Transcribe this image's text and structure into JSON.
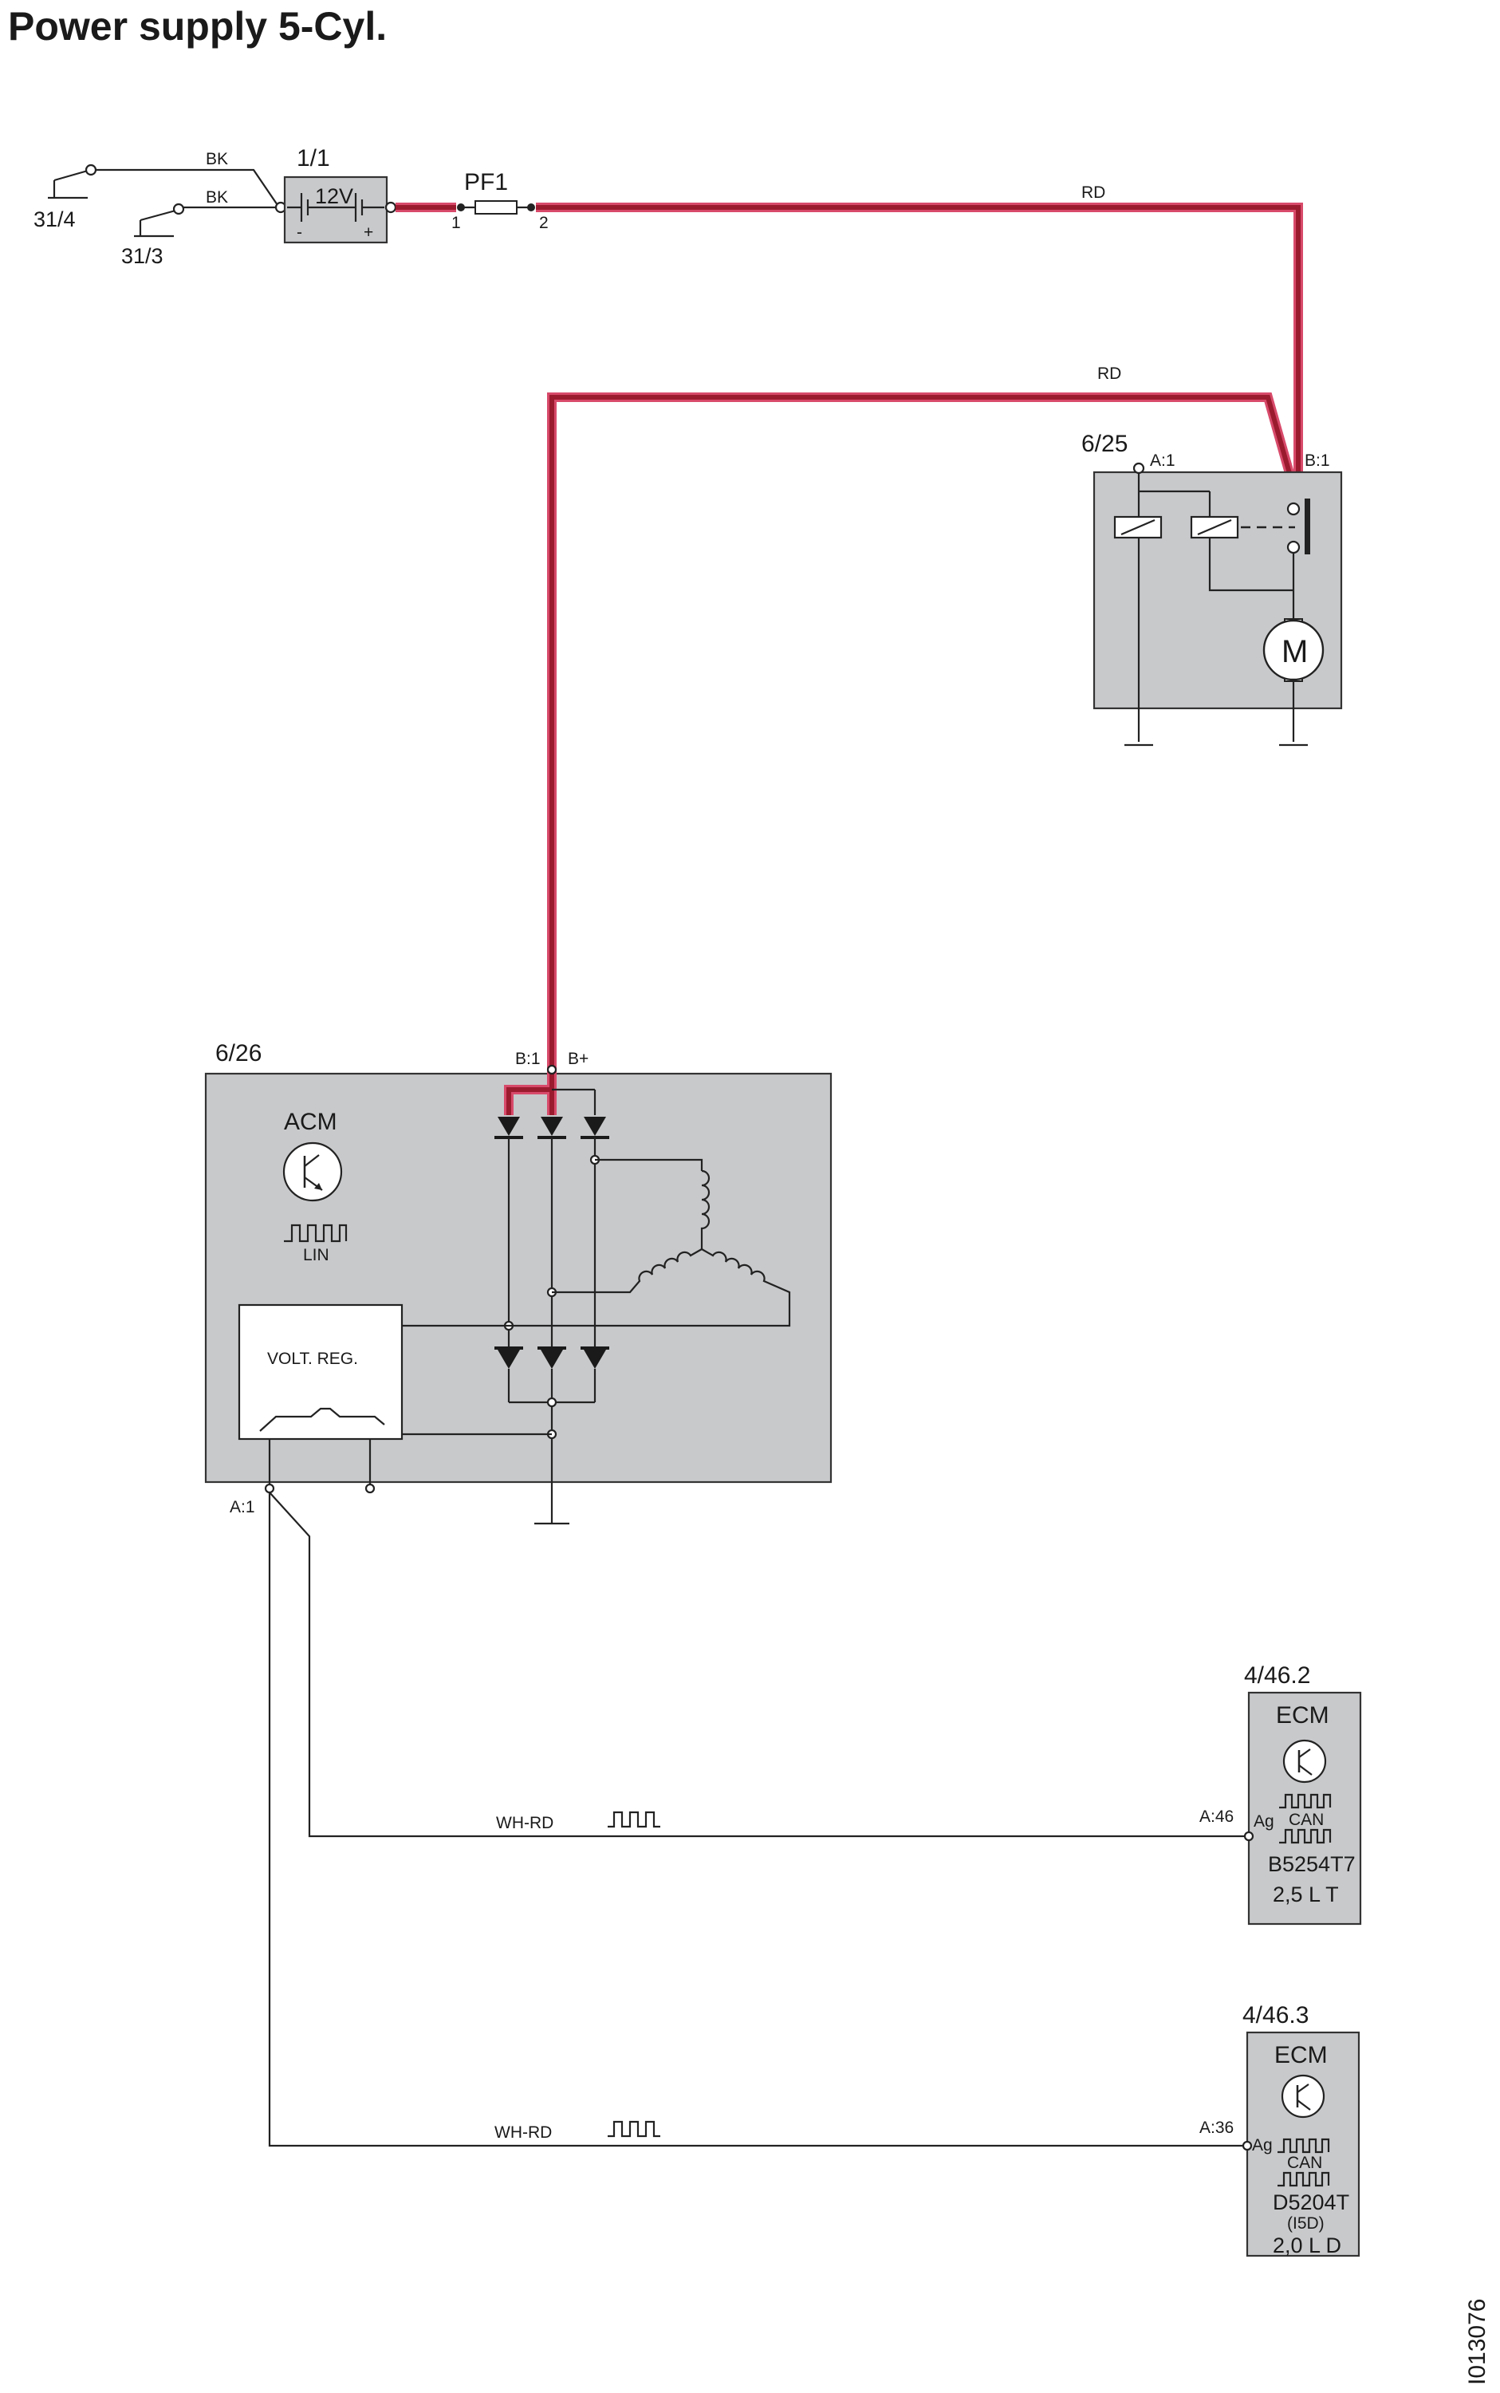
{
  "title": "Power supply 5-Cyl.",
  "doc_id": "I013076",
  "colors": {
    "power_wire": "#b01f36",
    "component_fill": "#c8c9cb",
    "wire": "#222222"
  },
  "ground_points": {
    "g1": "31/4",
    "g2": "31/3"
  },
  "wires": {
    "bk1": "BK",
    "bk2": "BK",
    "rd1": "RD",
    "rd2": "RD",
    "lin1": "WH-RD",
    "lin2": "WH-RD"
  },
  "battery": {
    "ref": "1/1",
    "voltage": "12V",
    "minus": "-",
    "plus": "+"
  },
  "fuse": {
    "ref": "PF1",
    "pin1": "1",
    "pin2": "2"
  },
  "starter": {
    "ref": "6/25",
    "pin_a": "A:1",
    "pin_b": "B:1",
    "motor": "M"
  },
  "alternator": {
    "ref": "6/26",
    "pin_b1": "B:1",
    "pin_bplus": "B+",
    "module": "ACM",
    "signal": "LIN",
    "regulator": "VOLT. REG.",
    "pin_a1": "A:1"
  },
  "ecm1": {
    "ref": "4/46.2",
    "name": "ECM",
    "pin": "A:46",
    "ag": "Ag",
    "bus": "CAN",
    "engine": "B5254T7",
    "displacement": "2,5 L T"
  },
  "ecm2": {
    "ref": "4/46.3",
    "name": "ECM",
    "pin": "A:36",
    "ag": "Ag",
    "bus": "CAN",
    "engine": "D5204T",
    "variant": "(I5D)",
    "displacement": "2,0 L D"
  }
}
